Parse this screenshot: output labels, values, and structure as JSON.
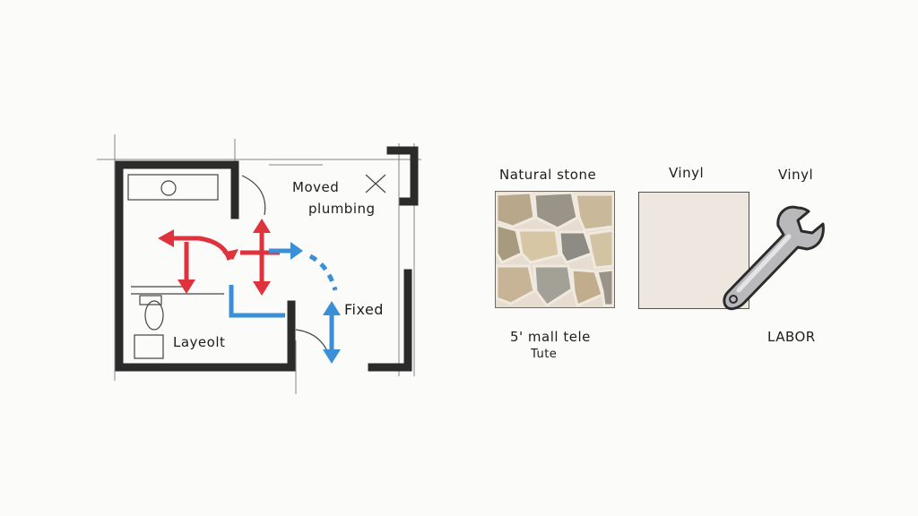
{
  "floor_plan": {
    "moved_label": "Moved",
    "plumbing_label": "plumbing",
    "fixed_label": "Fixed",
    "layout_label": "Layeolt",
    "arrow_colors": {
      "moved": "#e0323c",
      "fixed": "#3a8fd6"
    },
    "wall_color": "#2b2b2b"
  },
  "materials": {
    "stone_label": "Natural stone",
    "vinyl_label": "Vinyl",
    "tile_label": "5' mall tele",
    "tile_sublabel": "Tute",
    "stone_colors": [
      "#b8a78a",
      "#c9b99a",
      "#9a9488",
      "#d6c6a4",
      "#a89a7e"
    ],
    "vinyl_color": "#ede7df"
  },
  "labor": {
    "vinyl_label": "Vinyl",
    "labor_label": "LABOR",
    "icon": "wrench-icon"
  }
}
